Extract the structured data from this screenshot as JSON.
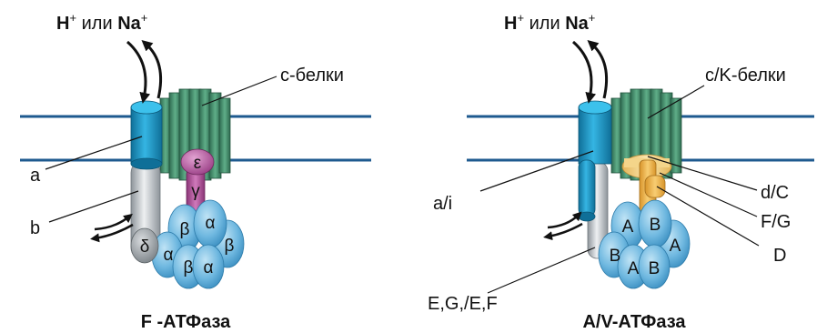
{
  "colors": {
    "membrane": "#1e5a8f",
    "cyan": "#1fa3d6",
    "cyan_dark": "#0f6f98",
    "green": "#4f9a78",
    "green_dark": "#2e6a50",
    "gray": "#c9cdd1",
    "pink": "#b85aa0",
    "sphere": "#6fb8e0",
    "sphere_dark": "#3b8fc1",
    "yellow": "#f4d58a",
    "orange": "#f1b84a"
  },
  "left": {
    "ion_h": "H",
    "ion_plus1": "+",
    "ion_or": " или ",
    "ion_na": "Na",
    "ion_plus2": "+",
    "label_c": "c-белки",
    "label_a": "a",
    "label_b": "b",
    "epsilon": "ε",
    "gamma": "γ",
    "delta": "δ",
    "beta": "β",
    "alpha": "α",
    "title": "F -АТФаза"
  },
  "right": {
    "ion_h": "H",
    "ion_plus1": "+",
    "ion_or": " или ",
    "ion_na": "Na",
    "ion_plus2": "+",
    "label_ck": "c/K-белки",
    "label_ai": "a/i",
    "label_dc": "d/C",
    "label_fg": "F/G",
    "label_d": "D",
    "label_eg": "E,G,/E,F",
    "sub_a": "A",
    "sub_b": "B",
    "title": "A/V-АТФаза"
  }
}
